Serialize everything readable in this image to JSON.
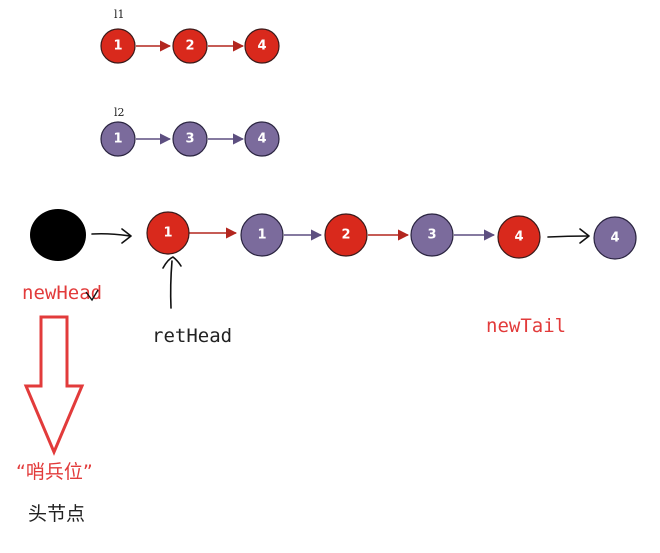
{
  "colors": {
    "red_node": "#d9291c",
    "purple_node": "#7b6b9c",
    "red_edge": "#b3261e",
    "purple_edge": "#5d4f80",
    "sentinel": "#000000",
    "annotation_red": "#e23b3b",
    "annotation_black": "#111111"
  },
  "lists": {
    "l1": {
      "label": "l1",
      "values": [
        "1",
        "2",
        "4"
      ]
    },
    "l2": {
      "label": "l2",
      "values": [
        "1",
        "3",
        "4"
      ]
    }
  },
  "merged": {
    "values": [
      "1",
      "1",
      "2",
      "3",
      "4",
      "4"
    ],
    "colors": [
      "red",
      "purple",
      "red",
      "purple",
      "red",
      "purple"
    ]
  },
  "annotations": {
    "new_head": "newHead",
    "ret_head": "retHead",
    "new_tail": "newTail",
    "sentinel_quote": "“哨兵位”",
    "head_node": "头节点"
  }
}
